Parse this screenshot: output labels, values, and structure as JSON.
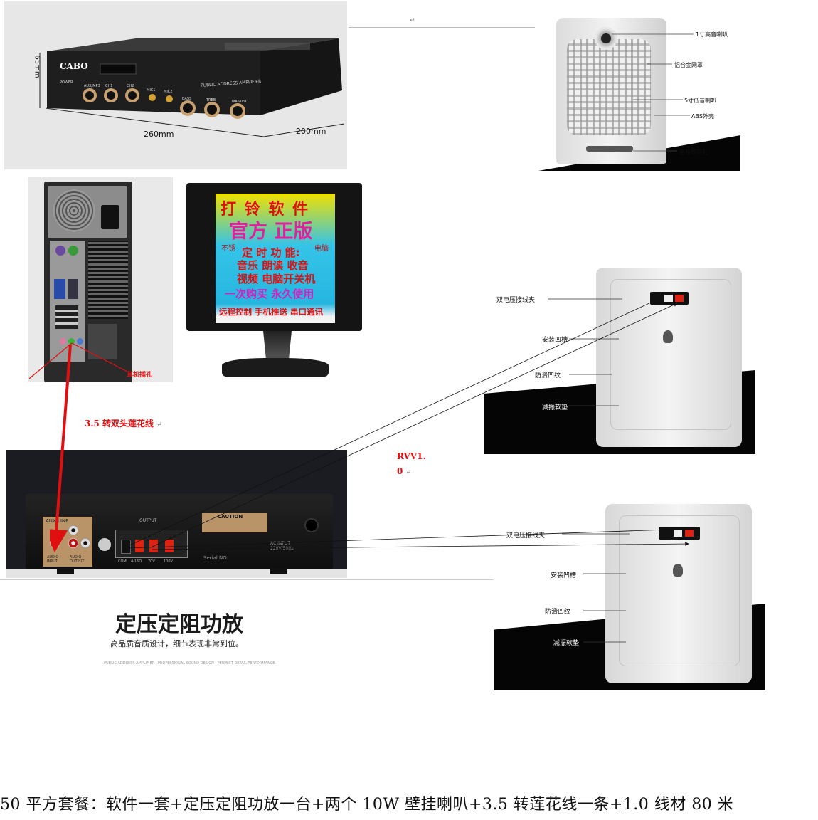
{
  "amp_top": {
    "brand": "CABO",
    "height_dim": "65mm",
    "width_dim": "260mm",
    "depth_dim": "200mm",
    "panel_title": "PUBLIC ADDRESS AMPLIFIER",
    "knobs": [
      "AUX/MP3",
      "CH1",
      "CH2",
      "MIC1",
      "MIC2",
      "BASS",
      "TREB",
      "MASTER"
    ],
    "power_label": "POWER"
  },
  "speaker_front": {
    "labels": [
      "1寸高音喇叭",
      "铝合金网罩",
      "5寸低音喇叭",
      "ABS外壳",
      "音箱导向孔"
    ]
  },
  "pc": {
    "headphone_label": "耳机插孔"
  },
  "monitor": {
    "line1": "打 铃 软 件",
    "line2": "官方 正版",
    "left_tag": "不锈",
    "right_tag": "电脑",
    "line3": "定 时 功 能:",
    "line4": "音乐 朗读 收音",
    "line5": "视频 电脑开关机",
    "line6": "一次购买 永久使用",
    "line7": "远程控制 手机推送 串口通讯"
  },
  "cable_label": "3.5 转双头莲花线",
  "rvv_label_1": "RVV1.",
  "rvv_label_2": "0",
  "amp_back": {
    "aux_line": "AUX LINE",
    "output": "OUTPUT",
    "caution": "CAUTION",
    "serial": "Serial NO.",
    "ac_input": "AC INPUT 220V/50Hz",
    "audio_input": "AUDIO INPUT",
    "audio_output": "AUDIO OUTPUT",
    "terminals": [
      "COM",
      "4-16Ω",
      "70V",
      "100V"
    ]
  },
  "speaker_back_1": {
    "labels": [
      "双电压接线夹",
      "安装凹槽",
      "防滑凹纹",
      "减振软垫"
    ]
  },
  "speaker_back_2": {
    "labels": [
      "双电压接线夹",
      "安装凹槽",
      "防滑凹纹",
      "减振软垫"
    ]
  },
  "promo": {
    "title": "定压定阻功放",
    "subtitle": "高品质音质设计，细节表现非常到位。",
    "fine_print": "PUBLIC ADDRESS AMPLIFIER · PROFESSIONAL SOUND DESIGN · PERFECT DETAIL PERFORMANCE"
  },
  "caption": "50 平方套餐：软件一套+定压定阻功放一台+两个 10W 壁挂喇叭+3.5 转莲花线一条+1.0 线材 80 米"
}
